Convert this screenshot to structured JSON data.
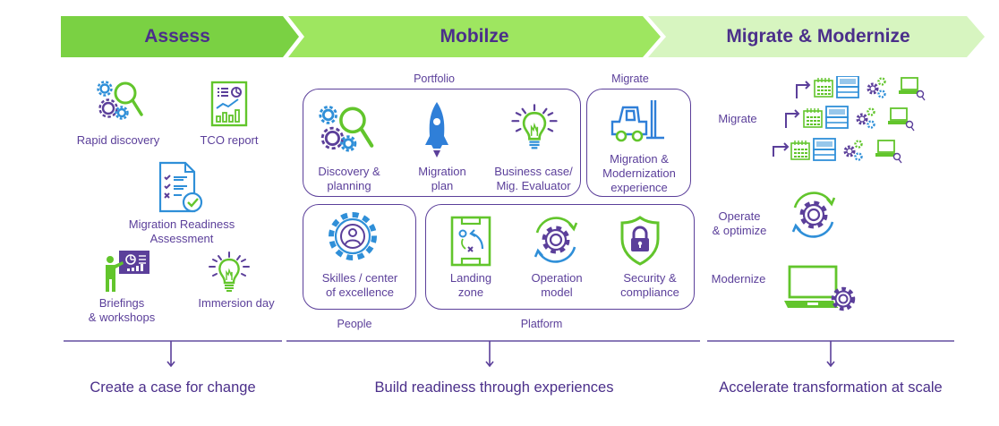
{
  "phases": [
    {
      "label": "Assess",
      "color": "#7ad143"
    },
    {
      "label": "Mobilze",
      "color": "#9ee660"
    },
    {
      "label": "Migrate & Modernize",
      "color": "#d7f5c0"
    }
  ],
  "assess": {
    "items": [
      {
        "label": "Rapid discovery",
        "icon": "gears-magnifier-icon"
      },
      {
        "label": "TCO report",
        "icon": "report-chart-icon"
      },
      {
        "label": "Migration Readiness Assessment",
        "line1": "Migration Readiness",
        "line2": "Assessment",
        "icon": "checklist-document-icon"
      },
      {
        "label": "Briefings & workshops",
        "line1": "Briefings",
        "line2": "& workshops",
        "icon": "presenter-board-icon"
      },
      {
        "label": "Immersion day",
        "icon": "lightbulb-icon"
      }
    ],
    "outcome": "Create a case for change"
  },
  "mobilize": {
    "groups": {
      "portfolio": "Portfolio",
      "migrate": "Migrate",
      "people": "People",
      "platform": "Platform"
    },
    "items": [
      {
        "line1": "Discovery &",
        "line2": "planning",
        "icon": "gears-magnifier-icon"
      },
      {
        "line1": "Migration",
        "line2": "plan",
        "icon": "rocket-icon"
      },
      {
        "line1": "Business case/",
        "line2": "Mig. Evaluator",
        "icon": "lightbulb-icon"
      },
      {
        "line1": "Migration &",
        "line2": "Modernization",
        "line3": "experience",
        "icon": "forklift-icon"
      },
      {
        "line1": "Skilles / center",
        "line2": "of excellence",
        "icon": "gear-person-icon"
      },
      {
        "line1": "Landing",
        "line2": "zone",
        "icon": "field-strategy-icon"
      },
      {
        "line1": "Operation",
        "line2": "model",
        "icon": "gear-cycle-icon"
      },
      {
        "line1": "Security &",
        "line2": "compliance",
        "icon": "shield-lock-icon"
      }
    ],
    "outcome": "Build readiness through experiences"
  },
  "modernize": {
    "items": [
      {
        "label": "Migrate",
        "icon": "migration-flow-icon"
      },
      {
        "line1": "Operate",
        "line2": "& optimize",
        "icon": "gear-cycle-icon"
      },
      {
        "label": "Modernize",
        "icon": "laptop-gear-icon"
      }
    ],
    "outcome": "Accelerate transformation at scale"
  }
}
